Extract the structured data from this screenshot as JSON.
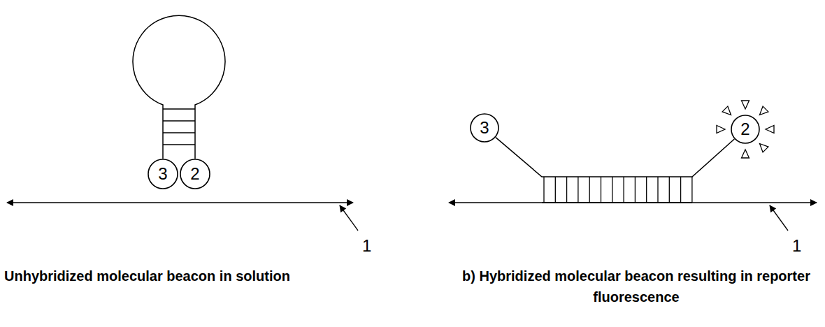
{
  "diagram": {
    "nodes": [
      {
        "text": [
          "3"
        ]
      },
      {
        "text": [
          "2"
        ]
      },
      {
        "text": [
          "3"
        ]
      },
      {
        "text": [
          "2"
        ]
      }
    ],
    "edges": [
      {
        "from": 0,
        "to": 1,
        "arrow": "none"
      },
      {
        "from": 2,
        "to": 3,
        "arrow": "none"
      }
    ],
    "labels": [
      "1",
      "1",
      "Unhybridized molecular beacon in solution",
      "b) Hybridized molecular beacon resulting in reporter fluorescence"
    ]
  }
}
